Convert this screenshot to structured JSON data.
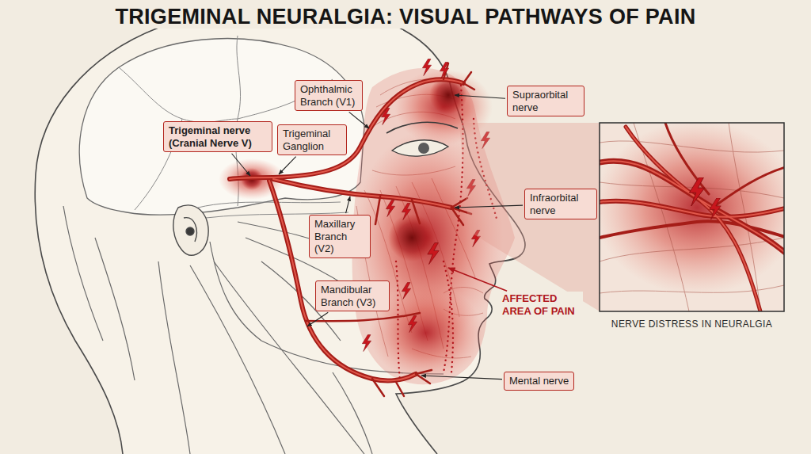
{
  "diagram": {
    "title": "TRIGEMINAL NEURALGIA: VISUAL PATHWAYS OF PAIN",
    "nodes": [
      {
        "text": [
          "Ophthalmic Branch (V1)"
        ]
      },
      {
        "text": [
          "Supraorbital nerve"
        ]
      },
      {
        "text": [
          "Trigeminal nerve (Cranial Nerve V)"
        ]
      },
      {
        "text": [
          "Trigeminal Ganglion"
        ]
      },
      {
        "text": [
          "Infraorbital nerve"
        ]
      },
      {
        "text": [
          "Maxillary Branch (V2)"
        ]
      },
      {
        "text": [
          "Mandibular Branch (V3)"
        ]
      },
      {
        "text": [
          "Mental nerve"
        ]
      }
    ],
    "labels": [
      "AFFECTED AREA OF PAIN",
      "NERVE DISTRESS IN NEURALGIA"
    ]
  }
}
